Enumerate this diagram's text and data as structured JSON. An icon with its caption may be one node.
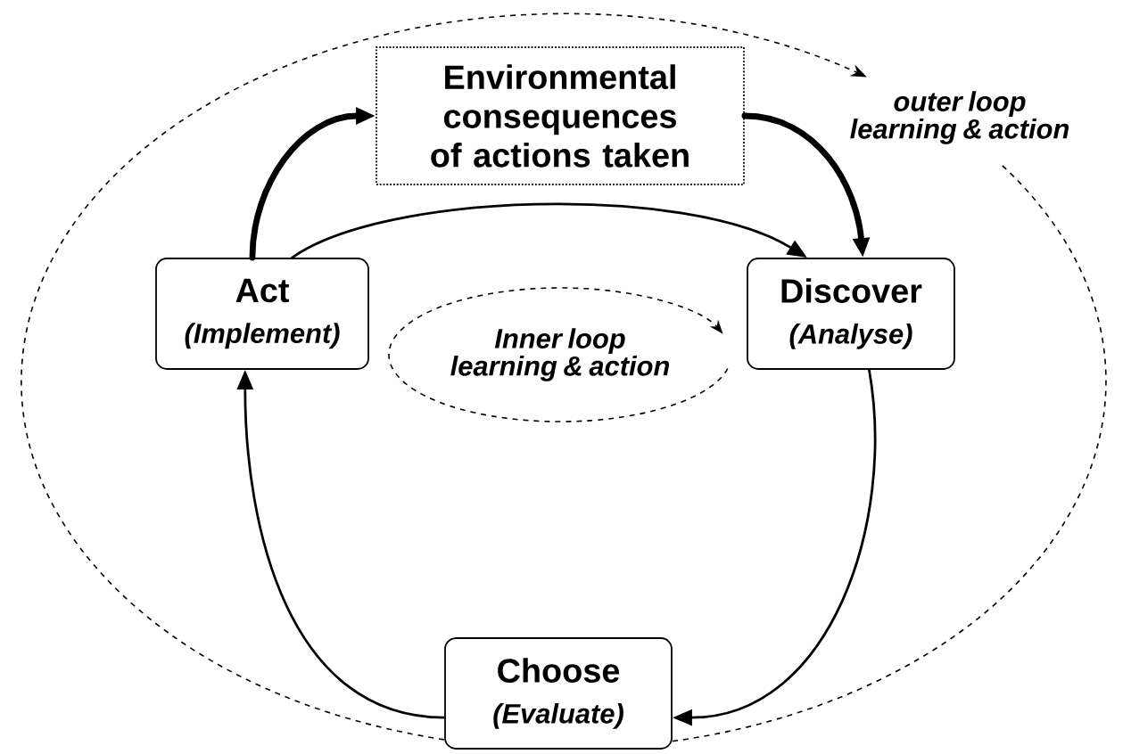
{
  "diagram": {
    "nodes": [
      {
        "text": [
          "Environmental consequences of actions taken"
        ]
      },
      {
        "text": [
          "Act",
          "(Implement)"
        ]
      },
      {
        "text": [
          "Discover",
          "(Analyse)"
        ]
      },
      {
        "text": [
          "Choose",
          "(Evaluate)"
        ]
      },
      {
        "text": [
          "Inner loop learning & action"
        ]
      }
    ],
    "edges": [
      {
        "from": 1,
        "to": 0,
        "arrow": "to",
        "style": "thick"
      },
      {
        "from": 0,
        "to": 2,
        "arrow": "to",
        "style": "thick"
      },
      {
        "from": 1,
        "to": 2,
        "arrow": "to"
      },
      {
        "from": 2,
        "to": 3,
        "arrow": "to"
      },
      {
        "from": 3,
        "to": 1,
        "arrow": "to"
      }
    ],
    "labels": [
      "outer loop learning & action"
    ]
  }
}
